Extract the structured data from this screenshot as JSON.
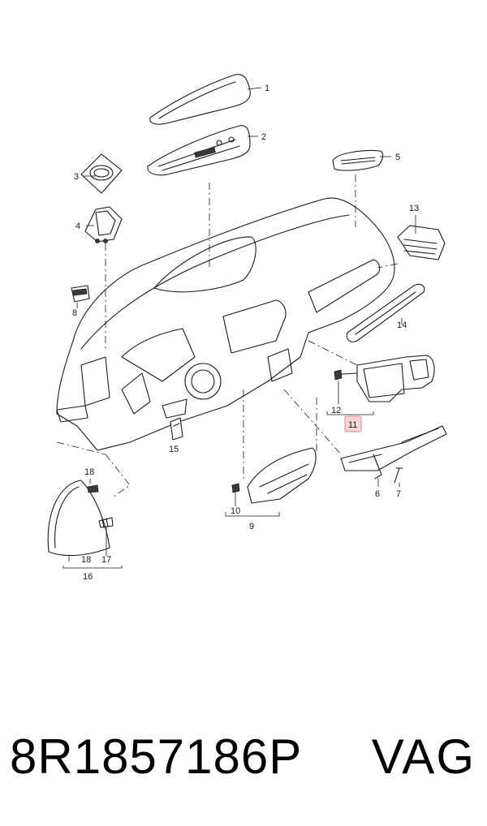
{
  "callouts": [
    {
      "id": "1",
      "text": "1"
    },
    {
      "id": "2",
      "text": "2"
    },
    {
      "id": "3",
      "text": "3"
    },
    {
      "id": "4",
      "text": "4"
    },
    {
      "id": "5",
      "text": "5"
    },
    {
      "id": "6",
      "text": "6"
    },
    {
      "id": "7",
      "text": "7"
    },
    {
      "id": "8",
      "text": "8"
    },
    {
      "id": "9",
      "text": "9"
    },
    {
      "id": "10",
      "text": "10"
    },
    {
      "id": "11",
      "text": "11",
      "highlighted": true
    },
    {
      "id": "12",
      "text": "12"
    },
    {
      "id": "13",
      "text": "13"
    },
    {
      "id": "14",
      "text": "14"
    },
    {
      "id": "15",
      "text": "15"
    },
    {
      "id": "16",
      "text": "16"
    },
    {
      "id": "17",
      "text": "17"
    },
    {
      "id": "18a",
      "text": "18"
    },
    {
      "id": "18b",
      "text": "18"
    }
  ],
  "footer": {
    "part_number": "8R1857186P",
    "brand": "VAG"
  },
  "colors": {
    "line": "#1a1a1a",
    "highlight_fill": "#f7d6d6",
    "highlight_stroke": "#d98c8c"
  }
}
